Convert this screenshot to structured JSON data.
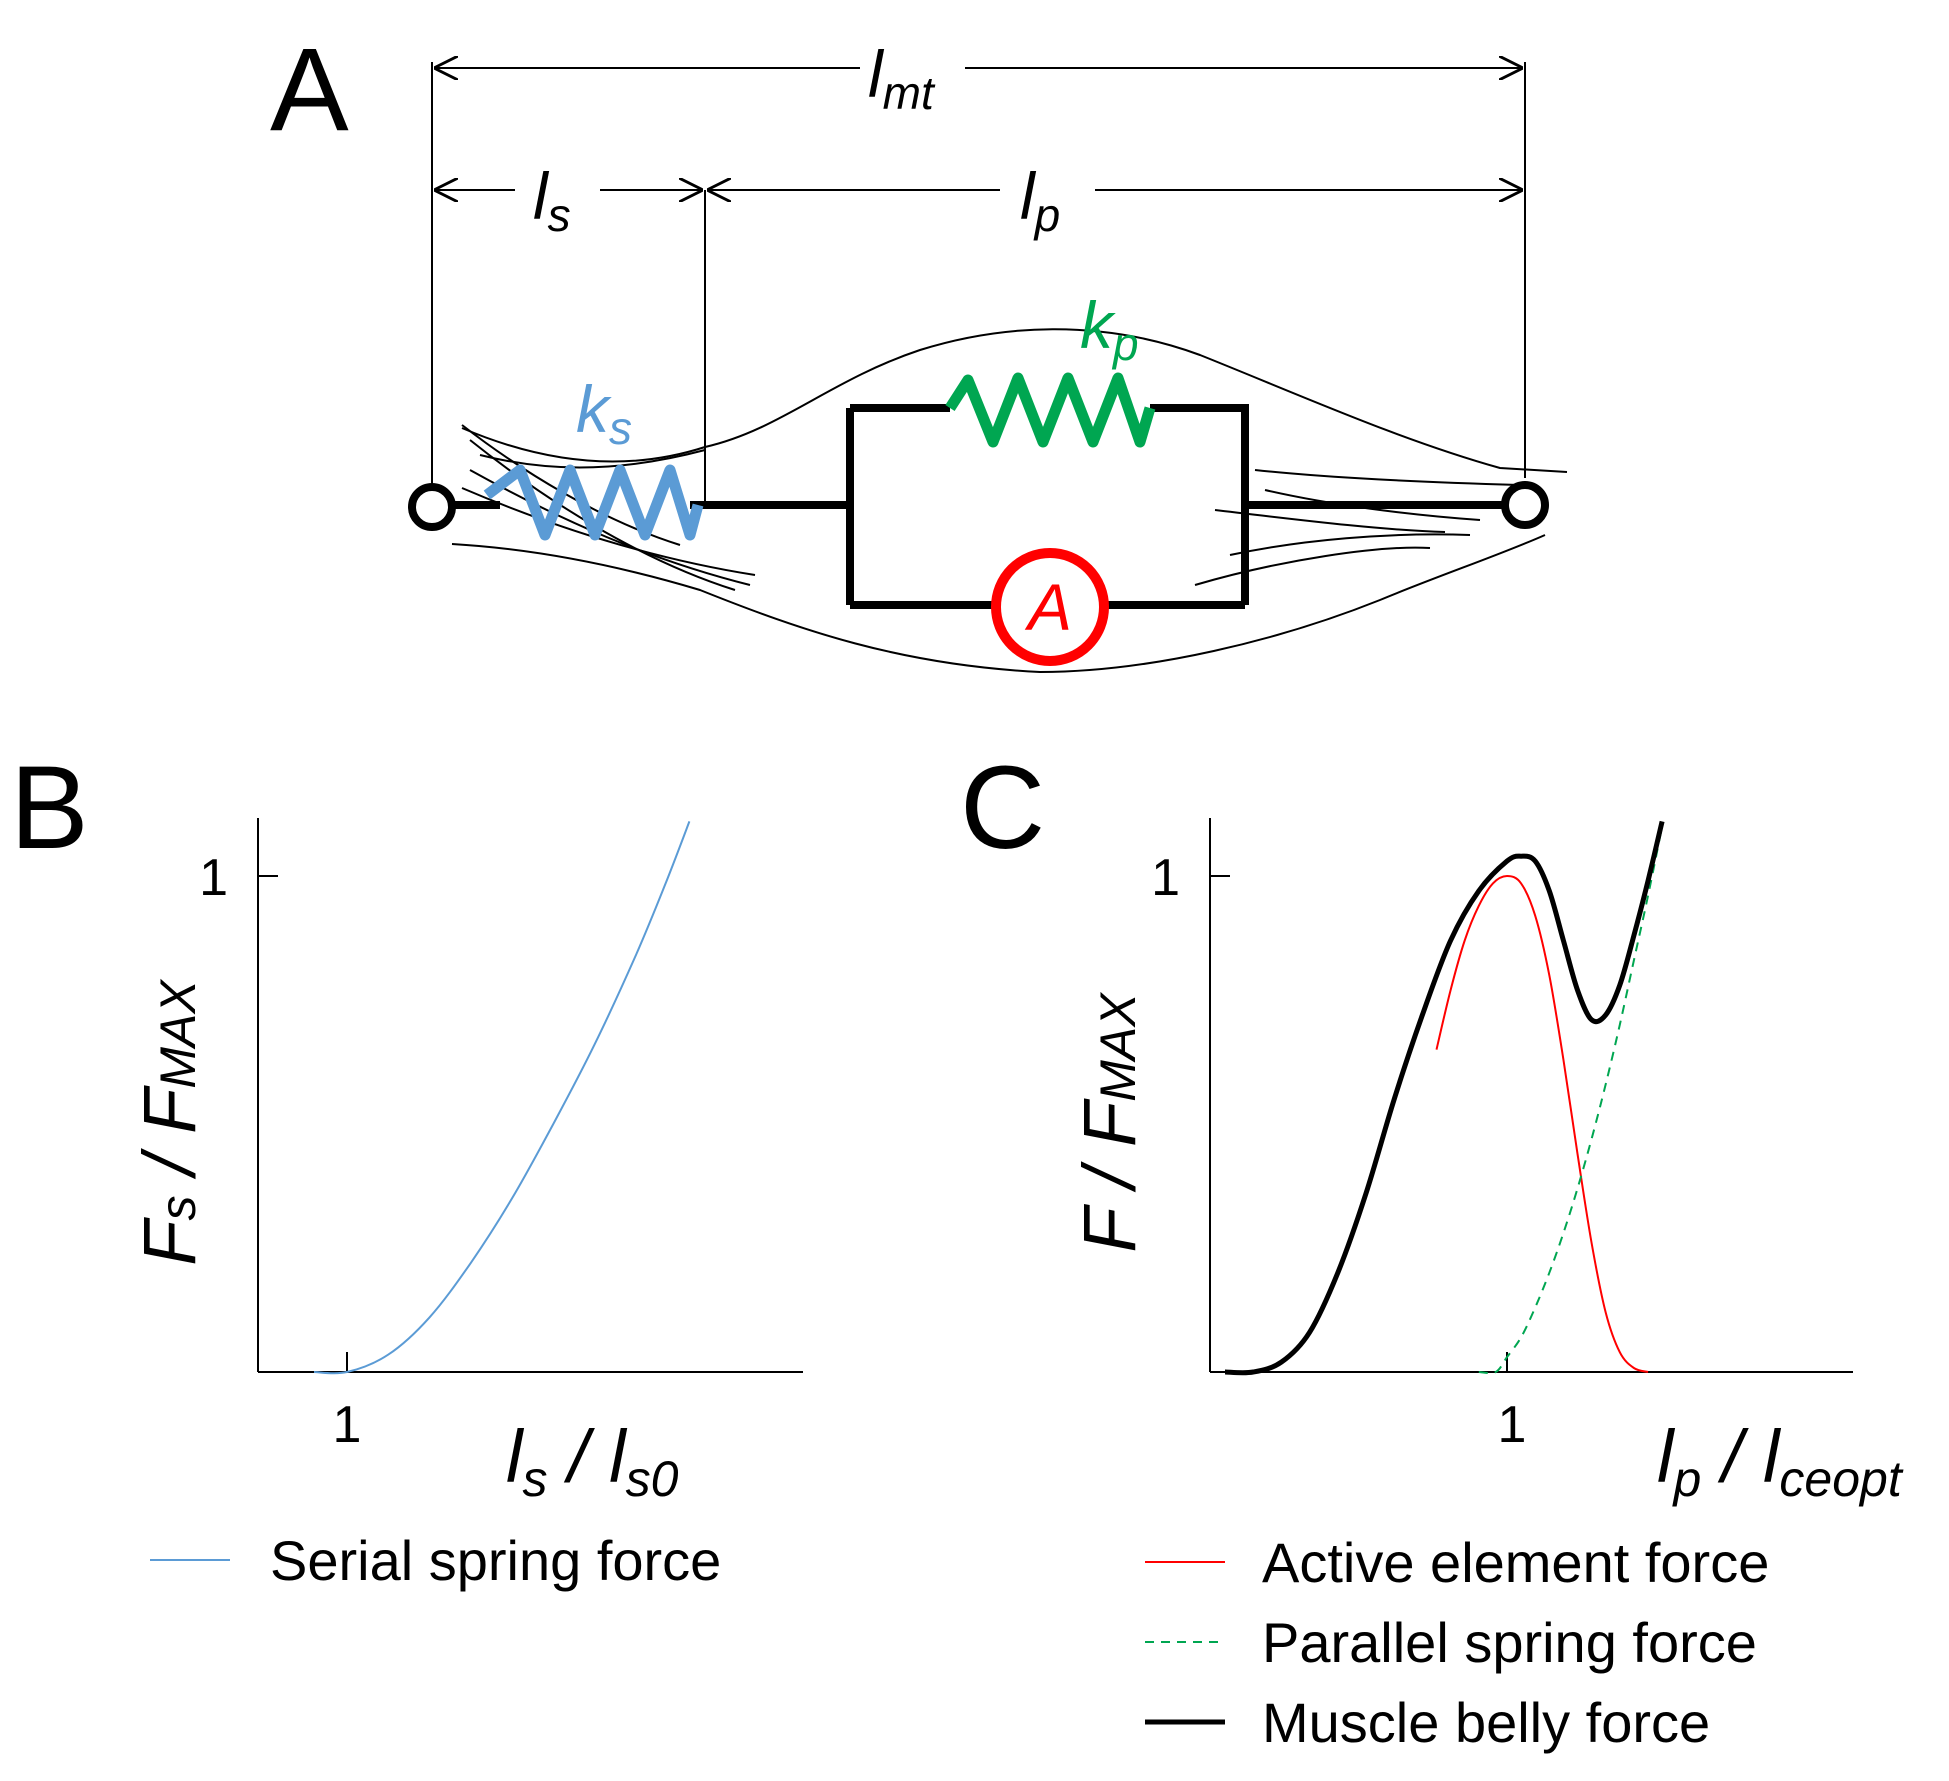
{
  "panels": {
    "a": "A",
    "b": "B",
    "c": "C"
  },
  "diagram": {
    "l_mt": {
      "base": "l",
      "sub": "mt"
    },
    "l_s": {
      "base": "l",
      "sub": "s"
    },
    "l_p": {
      "base": "l",
      "sub": "p"
    },
    "k_s": {
      "base": "k",
      "sub": "s"
    },
    "k_p": {
      "base": "k",
      "sub": "p"
    },
    "active_element": "A"
  },
  "colors": {
    "serial_spring": "#5B9BD5",
    "parallel_spring": "#00A651",
    "active_element": "#FF0000",
    "muscle_belly": "#000000"
  },
  "chart_data": [
    {
      "type": "line",
      "x_axis": {
        "base": "l",
        "sub": "s",
        "mid": " / ",
        "base2": "l",
        "sub2": "s0"
      },
      "y_axis": {
        "base": "F",
        "sub": "s",
        "mid": " / ",
        "base2": "F",
        "sub2": "MAX"
      },
      "x_ticks": [
        "1"
      ],
      "y_ticks": [
        "1"
      ],
      "xlim": [
        0.85,
        1.97
      ],
      "ylim": [
        0,
        1.12
      ],
      "series": [
        {
          "name": "Serial spring force",
          "color": "#5B9BD5",
          "style": "solid",
          "x": [
            0.92,
            1.0,
            1.1,
            1.2,
            1.3,
            1.4,
            1.5,
            1.6,
            1.7,
            1.77,
            1.83
          ],
          "y": [
            0,
            0,
            0.035,
            0.11,
            0.22,
            0.35,
            0.5,
            0.66,
            0.84,
            0.98,
            1.11
          ]
        }
      ]
    },
    {
      "type": "line",
      "x_axis": {
        "base": "l",
        "sub": "p",
        "mid": " / ",
        "base2": "l",
        "sub2": "ceopt"
      },
      "y_axis": {
        "base": "F",
        "sub": "",
        "mid": " / ",
        "base2": "F",
        "sub2": "MAX"
      },
      "x_ticks": [
        "1"
      ],
      "y_ticks": [
        "1"
      ],
      "xlim": [
        0,
        1.56
      ],
      "ylim": [
        0,
        1.12
      ],
      "series": [
        {
          "name": "Active element force",
          "color": "#FF0000",
          "style": "solid",
          "x": [
            0.75,
            0.8,
            0.85,
            0.9,
            0.95,
            1.0,
            1.05,
            1.1,
            1.15,
            1.2,
            1.25,
            1.3,
            1.35,
            1.4,
            1.45,
            1.5
          ],
          "y": [
            0.65,
            0.77,
            0.87,
            0.94,
            0.985,
            1.0,
            0.985,
            0.92,
            0.8,
            0.63,
            0.44,
            0.26,
            0.12,
            0.04,
            0.008,
            0.0
          ]
        },
        {
          "name": "Parallel spring force",
          "color": "#00A651",
          "style": "dashed",
          "x": [
            0.9,
            0.96,
            1.0,
            1.05,
            1.1,
            1.15,
            1.2,
            1.25,
            1.3,
            1.35,
            1.4,
            1.45,
            1.5,
            1.55
          ],
          "y": [
            0.0,
            0.0,
            0.03,
            0.07,
            0.13,
            0.2,
            0.28,
            0.37,
            0.47,
            0.58,
            0.7,
            0.83,
            0.96,
            1.1
          ]
        },
        {
          "name": "Muscle belly force",
          "color": "#000000",
          "style": "solid",
          "x": [
            0.0,
            0.1,
            0.2,
            0.3,
            0.4,
            0.5,
            0.6,
            0.7,
            0.8,
            0.9,
            1.0,
            1.05,
            1.1,
            1.15,
            1.2,
            1.25,
            1.3,
            1.35,
            1.4,
            1.45,
            1.5,
            1.55
          ],
          "y": [
            0.0,
            0.0,
            0.02,
            0.08,
            0.2,
            0.36,
            0.55,
            0.72,
            0.87,
            0.97,
            1.03,
            1.04,
            1.03,
            0.97,
            0.87,
            0.77,
            0.71,
            0.72,
            0.78,
            0.88,
            0.99,
            1.11
          ]
        }
      ]
    }
  ]
}
